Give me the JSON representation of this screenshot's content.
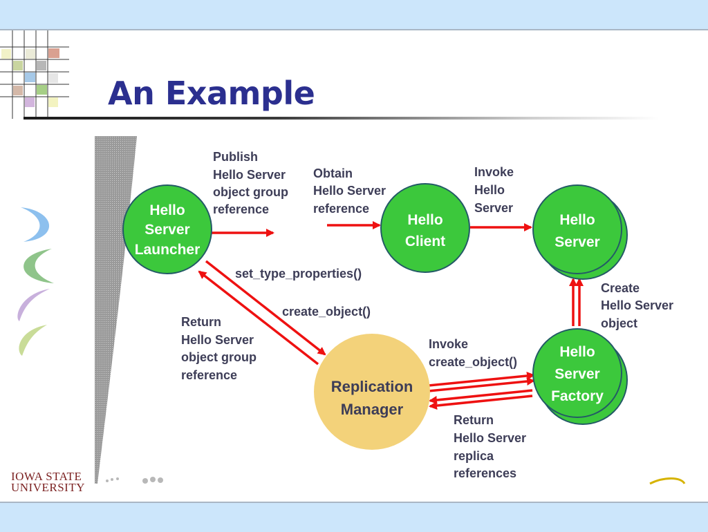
{
  "slide": {
    "title": "An Example",
    "footer_logo": [
      "IOWA STATE",
      "UNIVERSITY"
    ]
  },
  "colors": {
    "band": "#cce6fb",
    "title": "#2b2f8f",
    "node_green": "#3cc83c",
    "node_stroke": "#235a66",
    "manager_fill": "#f3d27a",
    "arrow_red": "#ee1111",
    "label_text": "#3d3d57"
  },
  "nodes": {
    "launcher": [
      "Hello",
      "Server",
      "Launcher"
    ],
    "client": [
      "Hello",
      "Client"
    ],
    "server": [
      "Hello",
      "Server"
    ],
    "factory": [
      "Hello",
      "Server",
      "Factory"
    ],
    "manager": [
      "Replication",
      "Manager"
    ]
  },
  "labels": {
    "publish": [
      "Publish",
      "Hello Server",
      "object group",
      "reference"
    ],
    "obtain": [
      "Obtain",
      "Hello Server",
      "reference"
    ],
    "invoke": [
      "Invoke",
      "Hello",
      "Server"
    ],
    "set_type": [
      "set_type_properties()"
    ],
    "create_obj": [
      "create_object()"
    ],
    "return_group": [
      "Return",
      "Hello Server",
      "object group",
      "reference"
    ],
    "invoke_create": [
      "Invoke",
      "create_object()"
    ],
    "create_hs": [
      "Create",
      "Hello Server",
      "object"
    ],
    "return_replica": [
      "Return",
      "Hello Server",
      "replica",
      "references"
    ]
  }
}
